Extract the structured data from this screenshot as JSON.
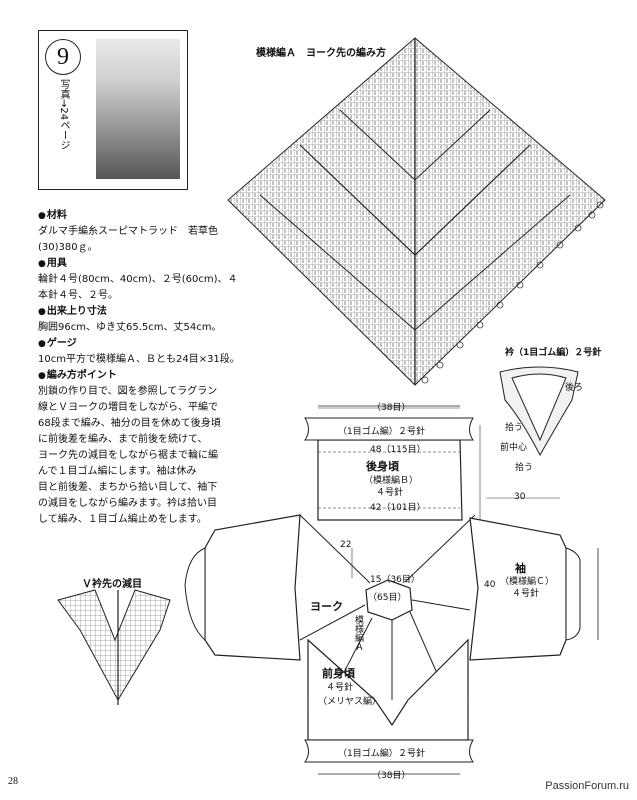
{
  "item": {
    "number": "9",
    "photo_caption": "写真→24ページ"
  },
  "materials": {
    "heading": "材料",
    "lines": [
      "ダルマ手編糸スーピマトラッド　若草色",
      "(30)380ｇ。"
    ]
  },
  "tools": {
    "heading": "用具",
    "lines": [
      "輪針４号(80cm、40cm)、２号(60cm)、４",
      "本針４号、２号。"
    ]
  },
  "size": {
    "heading": "出来上り寸法",
    "lines": [
      "胸囲96cm、ゆき丈65.5cm、丈54cm。"
    ]
  },
  "gauge": {
    "heading": "ゲージ",
    "lines": [
      "10cm平方で模様編Ａ、Ｂとも24目×31段。"
    ]
  },
  "points": {
    "heading": "編み方ポイント",
    "lines": [
      "別鎖の作り目で、図を参照してラグラン",
      "線とＶヨークの増目をしながら、平編で",
      "68段まで編み、袖分の目を休めて後身頃",
      "に前後差を編み、まで前後を続けて、",
      "ヨーク先の減目をしながら裾まで輪に編",
      "んで１目ゴム編にします。袖は休み",
      "目と前後差、まちから拾い目して、袖下",
      "の減目をしながら編みます。衿は拾い目",
      "して編み、１目ゴム編止めをします。"
    ]
  },
  "diagram": {
    "pattern_a_title": "模様編Ａ　ヨーク先の編み方",
    "collar_title": "衿（1目ゴム編）２号針",
    "v_title": "Ｖ衿先の減目",
    "yoke": "ヨーク",
    "back_body": "後身頃",
    "back_pattern": "（模様編Ｂ）",
    "back_needle": "４号針",
    "front_body": "前身頃",
    "front_needle": "４号針",
    "front_pattern": "（メリヤス編）",
    "sleeve": "袖",
    "sleeve_pattern": "（模様編Ｃ）",
    "sleeve_needle": "４号針",
    "rib": "（1目ゴム編）",
    "rib_needle": "２号針",
    "pattern_a": "模様編Ａ",
    "top_width": "（38目）",
    "bottom_width": "（38目）",
    "m48": "48（115目）",
    "m42": "42（101目）",
    "m40": "40",
    "m30": "30",
    "m22": "22",
    "m15": "15（36目）",
    "m65": "（65目）",
    "collar_pick": "拾う",
    "collar_pick2": "拾う",
    "collar_center": "前中心",
    "collar_edge": "後ろ"
  },
  "footer": {
    "page": "28",
    "watermark": "PassionForum.ru"
  }
}
